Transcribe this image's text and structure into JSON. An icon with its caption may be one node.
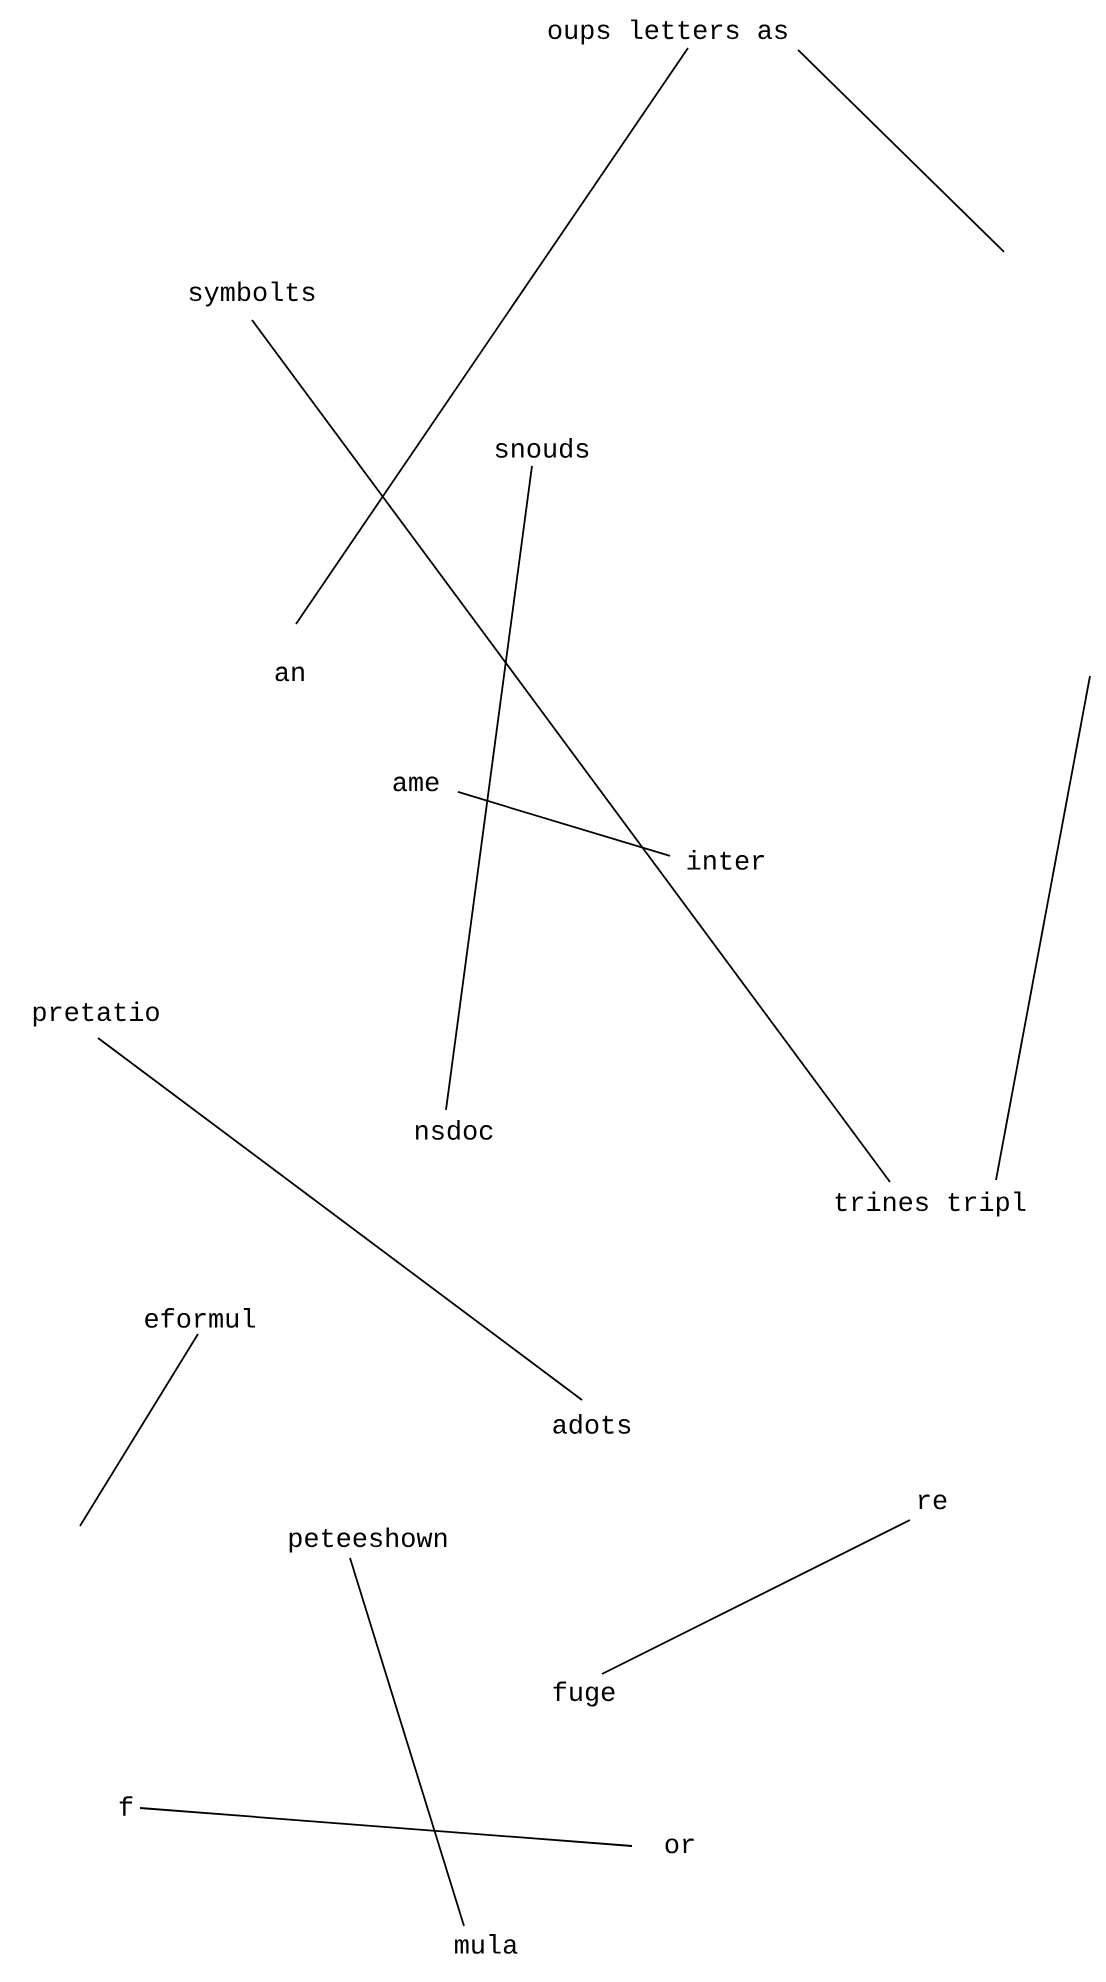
{
  "diagram": {
    "nodes": [
      {
        "text": [
          "oups letters as"
        ]
      },
      {
        "text": [
          "symbolts"
        ]
      },
      {
        "text": [
          "snouds"
        ]
      },
      {
        "text": [
          "an"
        ]
      },
      {
        "text": [
          "ame"
        ]
      },
      {
        "text": [
          "inter"
        ]
      },
      {
        "text": [
          "pretatio"
        ]
      },
      {
        "text": [
          "nsdoc"
        ]
      },
      {
        "text": [
          "trines tripl"
        ]
      },
      {
        "text": [
          "eformul"
        ]
      },
      {
        "text": [
          "adots"
        ]
      },
      {
        "text": [
          "re"
        ]
      },
      {
        "text": [
          "peteeshown"
        ]
      },
      {
        "text": [
          "fuge"
        ]
      },
      {
        "text": [
          "f"
        ]
      },
      {
        "text": [
          "or"
        ]
      },
      {
        "text": [
          "mula"
        ]
      }
    ],
    "edges": [
      {
        "from": 0,
        "to": 3,
        "arrow": "none"
      },
      {
        "from": 0,
        "to": null,
        "arrow": "none"
      },
      {
        "from": 1,
        "to": 8,
        "arrow": "none"
      },
      {
        "from": 2,
        "to": 7,
        "arrow": "none"
      },
      {
        "from": 4,
        "to": 5,
        "arrow": "none"
      },
      {
        "from": null,
        "to": 8,
        "arrow": "none"
      },
      {
        "from": 6,
        "to": 10,
        "arrow": "none"
      },
      {
        "from": 9,
        "to": null,
        "arrow": "none"
      },
      {
        "from": 11,
        "to": 13,
        "arrow": "none"
      },
      {
        "from": 12,
        "to": 16,
        "arrow": "none"
      },
      {
        "from": 14,
        "to": 15,
        "arrow": "none"
      }
    ]
  }
}
